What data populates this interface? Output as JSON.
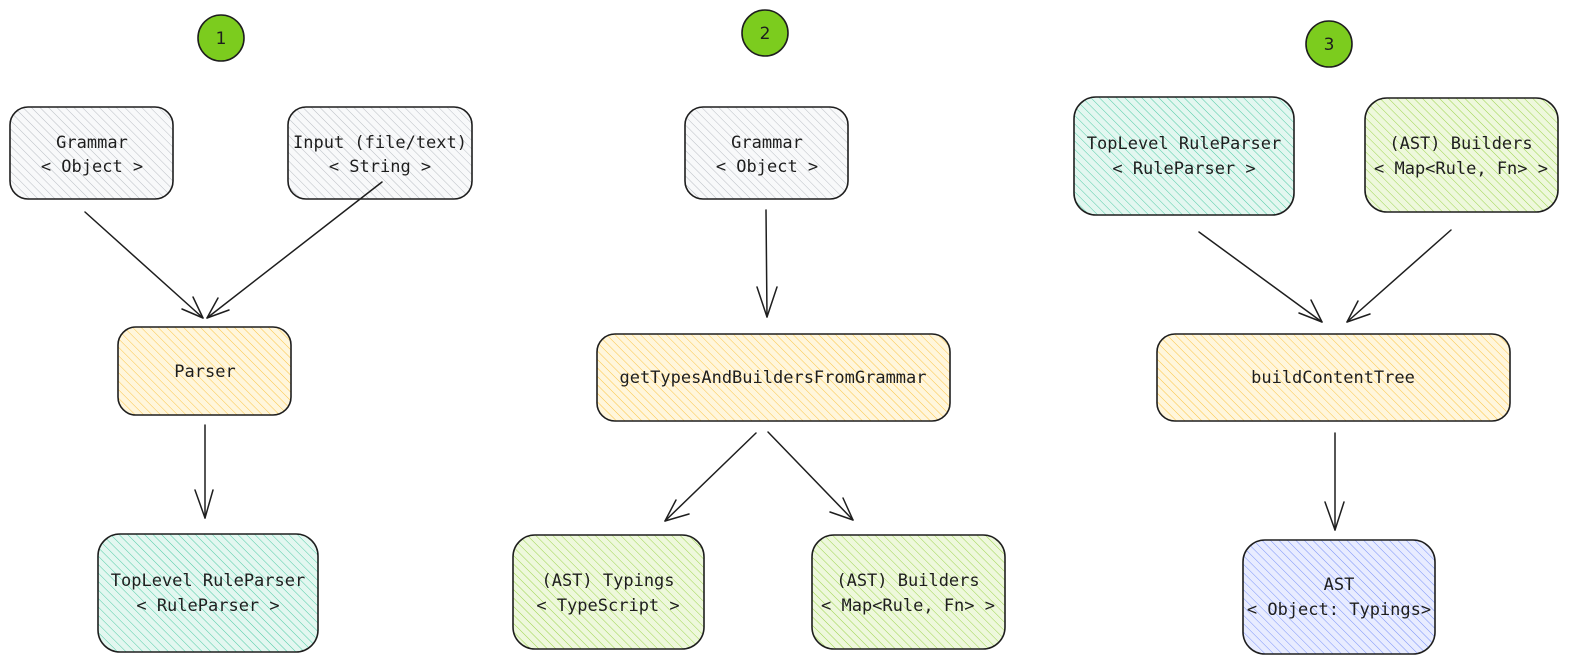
{
  "colors": {
    "gray": "#868e96",
    "orange": "#fab005",
    "teal": "#12b886",
    "green": "#82c91e",
    "blue": "#4c6ef5",
    "badge": "#7ccc1e",
    "stroke": "#1e1e1e"
  },
  "steps": [
    {
      "number": "1",
      "nodes": [
        {
          "id": "grammar-1",
          "lines": [
            "Grammar",
            "< Object >"
          ],
          "color": "gray"
        },
        {
          "id": "input-1",
          "lines": [
            "Input (file/text)",
            "< String >"
          ],
          "color": "gray"
        },
        {
          "id": "parser-1",
          "lines": [
            "Parser"
          ],
          "color": "orange"
        },
        {
          "id": "toplevel-1",
          "lines": [
            "TopLevel RuleParser",
            "< RuleParser >"
          ],
          "color": "teal"
        }
      ],
      "edges": [
        {
          "from": "grammar-1",
          "to": "parser-1"
        },
        {
          "from": "input-1",
          "to": "parser-1"
        },
        {
          "from": "parser-1",
          "to": "toplevel-1"
        }
      ]
    },
    {
      "number": "2",
      "nodes": [
        {
          "id": "grammar-2",
          "lines": [
            "Grammar",
            "< Object >"
          ],
          "color": "gray"
        },
        {
          "id": "gettypes-2",
          "lines": [
            "getTypesAndBuildersFromGrammar"
          ],
          "color": "orange"
        },
        {
          "id": "typings-2",
          "lines": [
            "(AST) Typings",
            "< TypeScript >"
          ],
          "color": "green"
        },
        {
          "id": "builders-2",
          "lines": [
            "(AST) Builders",
            "< Map<Rule, Fn> >"
          ],
          "color": "green"
        }
      ],
      "edges": [
        {
          "from": "grammar-2",
          "to": "gettypes-2"
        },
        {
          "from": "gettypes-2",
          "to": "typings-2"
        },
        {
          "from": "gettypes-2",
          "to": "builders-2"
        }
      ]
    },
    {
      "number": "3",
      "nodes": [
        {
          "id": "toplevel-3",
          "lines": [
            "TopLevel RuleParser",
            "< RuleParser >"
          ],
          "color": "teal"
        },
        {
          "id": "builders-3",
          "lines": [
            "(AST) Builders",
            "< Map<Rule, Fn> >"
          ],
          "color": "green"
        },
        {
          "id": "buildcontent-3",
          "lines": [
            "buildContentTree"
          ],
          "color": "orange"
        },
        {
          "id": "ast-3",
          "lines": [
            "AST",
            "< Object: Typings>"
          ],
          "color": "blue"
        }
      ],
      "edges": [
        {
          "from": "toplevel-3",
          "to": "buildcontent-3"
        },
        {
          "from": "builders-3",
          "to": "buildcontent-3"
        },
        {
          "from": "buildcontent-3",
          "to": "ast-3"
        }
      ]
    }
  ]
}
